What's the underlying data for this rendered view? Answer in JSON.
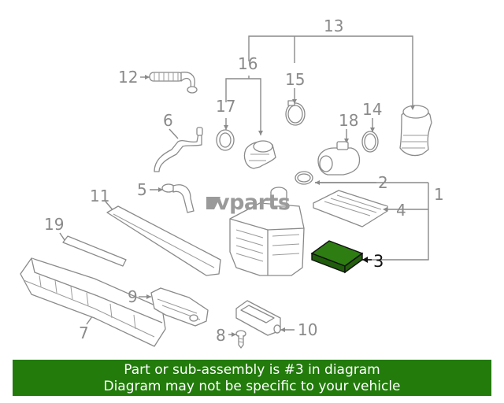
{
  "diagram": {
    "callouts": [
      {
        "id": "1",
        "label": "1"
      },
      {
        "id": "2",
        "label": "2"
      },
      {
        "id": "3",
        "label": "3",
        "highlighted": true
      },
      {
        "id": "4",
        "label": "4"
      },
      {
        "id": "5",
        "label": "5"
      },
      {
        "id": "6",
        "label": "6"
      },
      {
        "id": "7",
        "label": "7"
      },
      {
        "id": "8",
        "label": "8"
      },
      {
        "id": "9",
        "label": "9"
      },
      {
        "id": "10",
        "label": "10"
      },
      {
        "id": "11",
        "label": "11"
      },
      {
        "id": "12",
        "label": "12"
      },
      {
        "id": "13",
        "label": "13"
      },
      {
        "id": "14",
        "label": "14"
      },
      {
        "id": "15",
        "label": "15"
      },
      {
        "id": "16",
        "label": "16"
      },
      {
        "id": "17",
        "label": "17"
      },
      {
        "id": "18",
        "label": "18"
      },
      {
        "id": "19",
        "label": "19"
      }
    ],
    "highlight_color": "#2e7d12",
    "logo": "vparts"
  },
  "banner": {
    "line1": "Part or sub-assembly is #3 in diagram",
    "line2": "Diagram may not be specific to your vehicle",
    "background": "#227b0b"
  }
}
